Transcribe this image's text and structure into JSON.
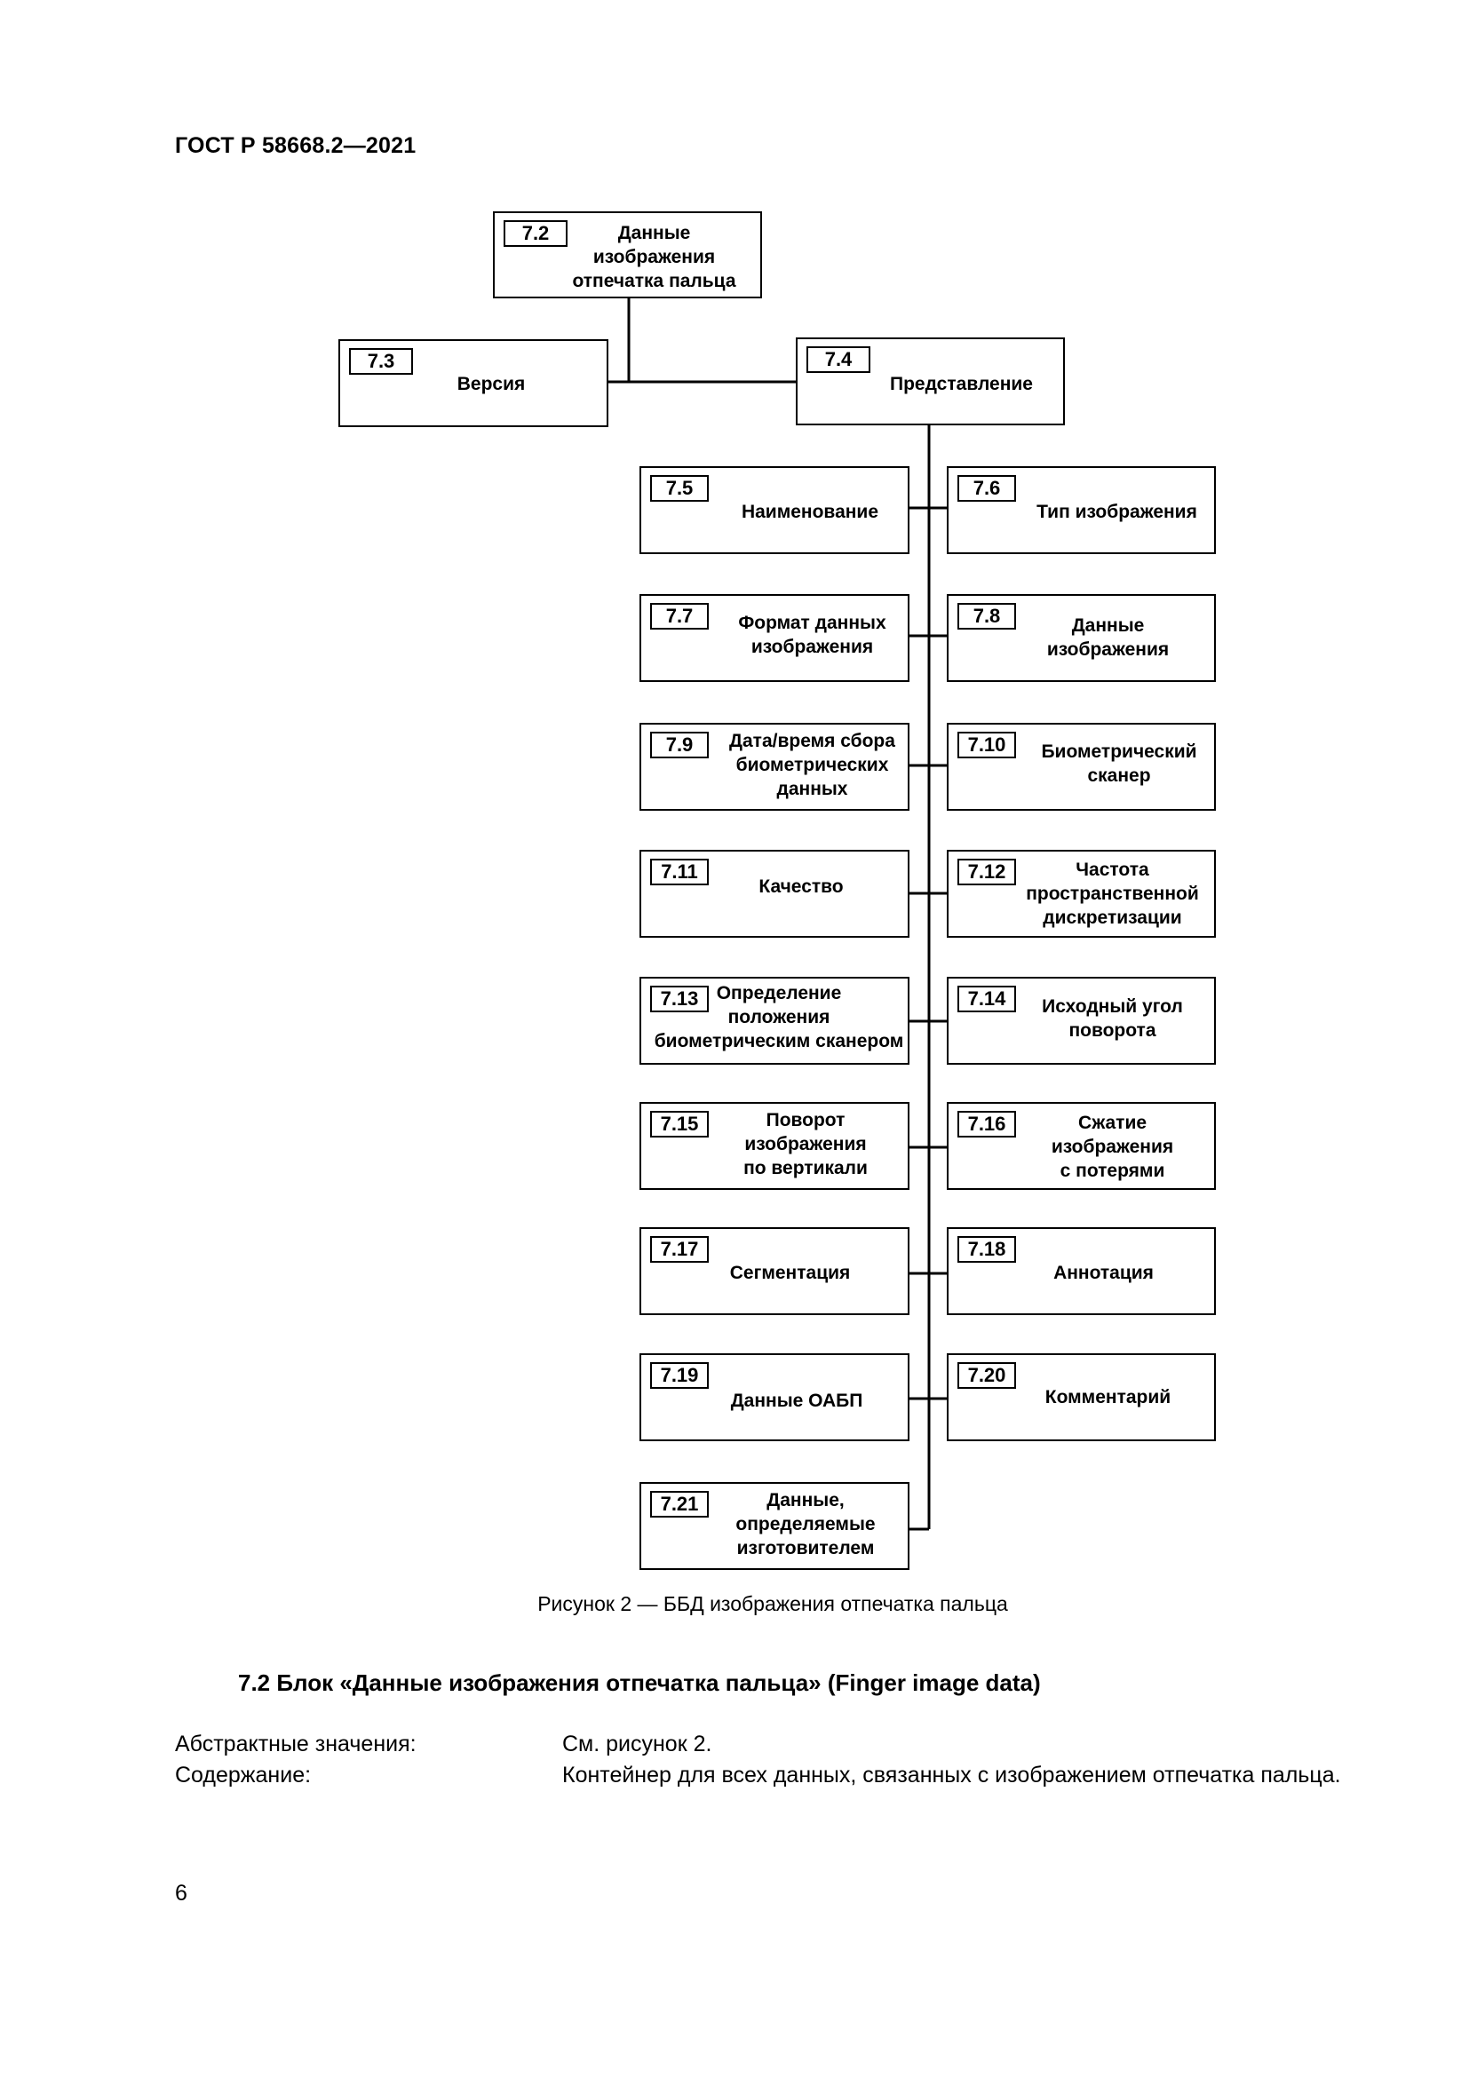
{
  "header": {
    "doc_code": "ГОСТ Р 58668.2—2021"
  },
  "figure": {
    "caption": "Рисунок 2 — ББД изображения отпечатка пальца",
    "root": {
      "num": "7.2",
      "label": "Данные\nизображения\nотпечатка пальца"
    },
    "version": {
      "num": "7.3",
      "label": "Версия"
    },
    "representation": {
      "num": "7.4",
      "label": "Представление"
    },
    "children": [
      {
        "num": "7.5",
        "label": "Наименование"
      },
      {
        "num": "7.6",
        "label": "Тип изображения"
      },
      {
        "num": "7.7",
        "label": "Формат данных\nизображения"
      },
      {
        "num": "7.8",
        "label": "Данные\nизображения"
      },
      {
        "num": "7.9",
        "label": "Дата/время сбора\nбиометрических\nданных"
      },
      {
        "num": "7.10",
        "label": "Биометрический\nсканер"
      },
      {
        "num": "7.11",
        "label": "Качество"
      },
      {
        "num": "7.12",
        "label": "Частота\nпространственной\nдискретизации"
      },
      {
        "num": "7.13",
        "label": "Определение\nположения\nбиометрическим сканером"
      },
      {
        "num": "7.14",
        "label": "Исходный угол\nповорота"
      },
      {
        "num": "7.15",
        "label": "Поворот\nизображения\nпо вертикали"
      },
      {
        "num": "7.16",
        "label": "Сжатие\nизображения\nс потерями"
      },
      {
        "num": "7.17",
        "label": "Сегментация"
      },
      {
        "num": "7.18",
        "label": "Аннотация"
      },
      {
        "num": "7.19",
        "label": "Данные ОАБП"
      },
      {
        "num": "7.20",
        "label": "Комментарий"
      },
      {
        "num": "7.21",
        "label": "Данные,\nопределяемые\nизготовителем"
      }
    ]
  },
  "section": {
    "title": "7.2 Блок «Данные изображения отпечатка пальца» (Finger image data)",
    "rows": [
      {
        "label": "Абстрактные значения:",
        "value": "См. рисунок 2."
      },
      {
        "label": "Содержание:",
        "value": "Контейнер для всех данных, связанных с изображением отпечатка пальца."
      }
    ]
  },
  "page_number": "6"
}
